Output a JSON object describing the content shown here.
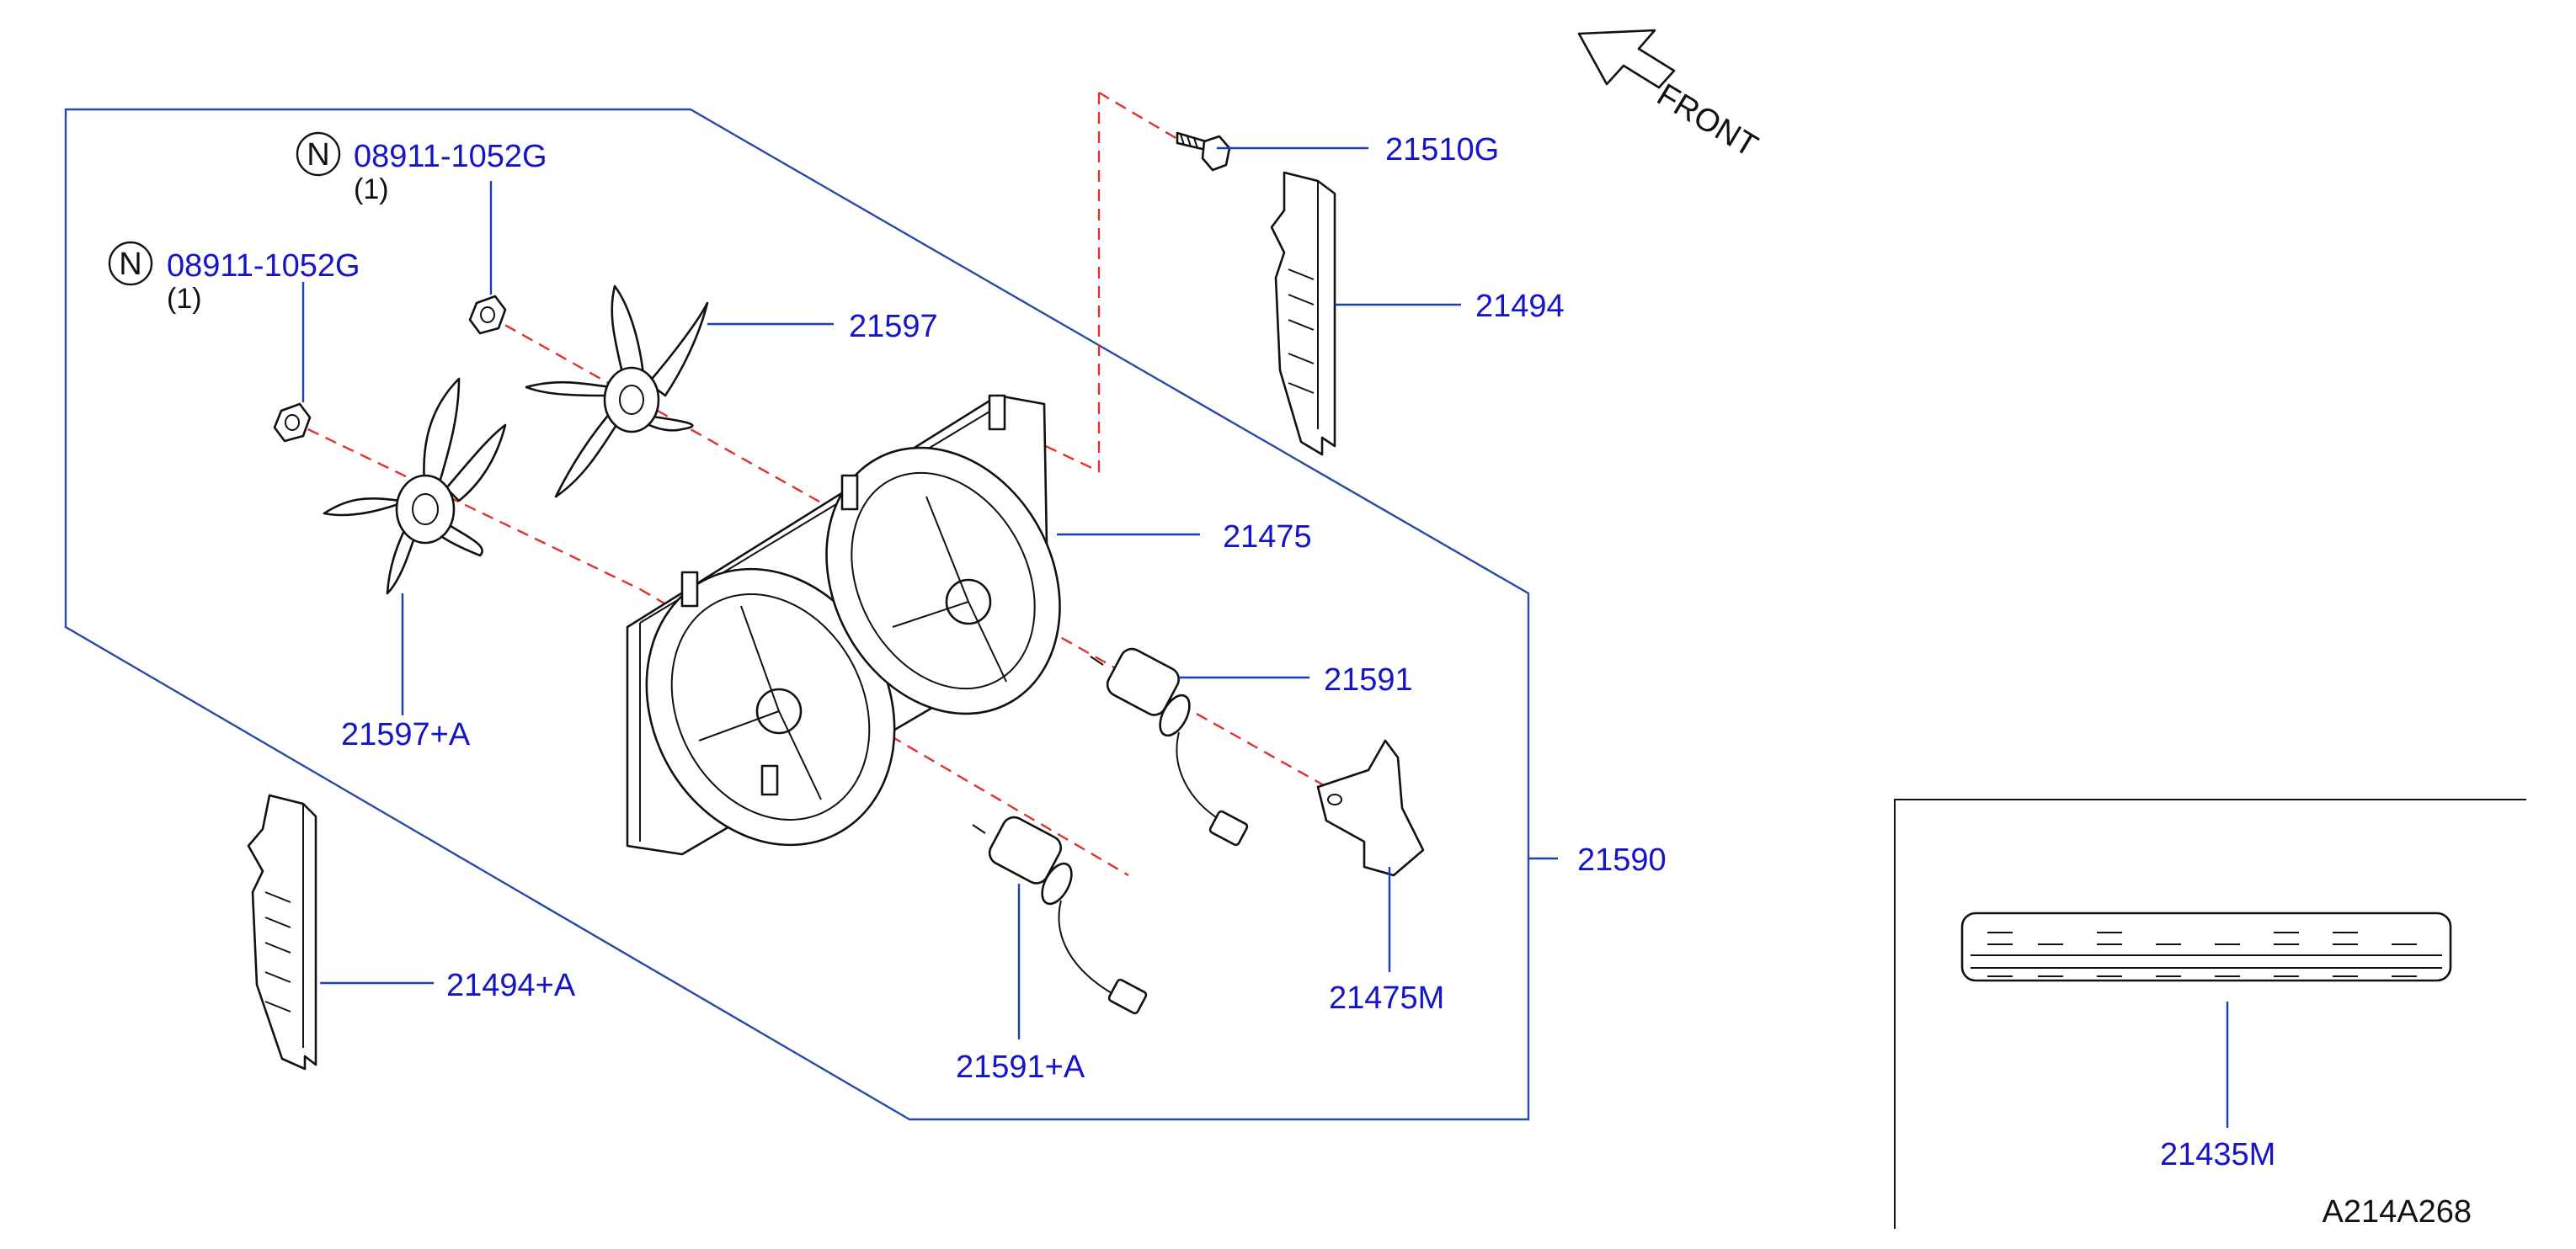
{
  "diagram_id": "A214A268",
  "front_label": "FRONT",
  "colors": {
    "label": "#1414c8",
    "leader": "#1a3fb0",
    "centerline": "#e03030",
    "outline": "#111111"
  },
  "parts": {
    "nut_upper": {
      "marker": "N",
      "number": "08911-1052G",
      "qty": "(1)"
    },
    "nut_lower": {
      "marker": "N",
      "number": "08911-1052G",
      "qty": "(1)"
    },
    "screw": "21510G",
    "shroud_guide_right": "21494",
    "fan_right": "21597",
    "shroud": "21475",
    "motor_right": "21591",
    "fan_left": "21597+A",
    "assembly": "21590",
    "shroud_guide_left": "21494+A",
    "bracket": "21475M",
    "motor_left": "21591+A",
    "inset_part": "21435M"
  }
}
